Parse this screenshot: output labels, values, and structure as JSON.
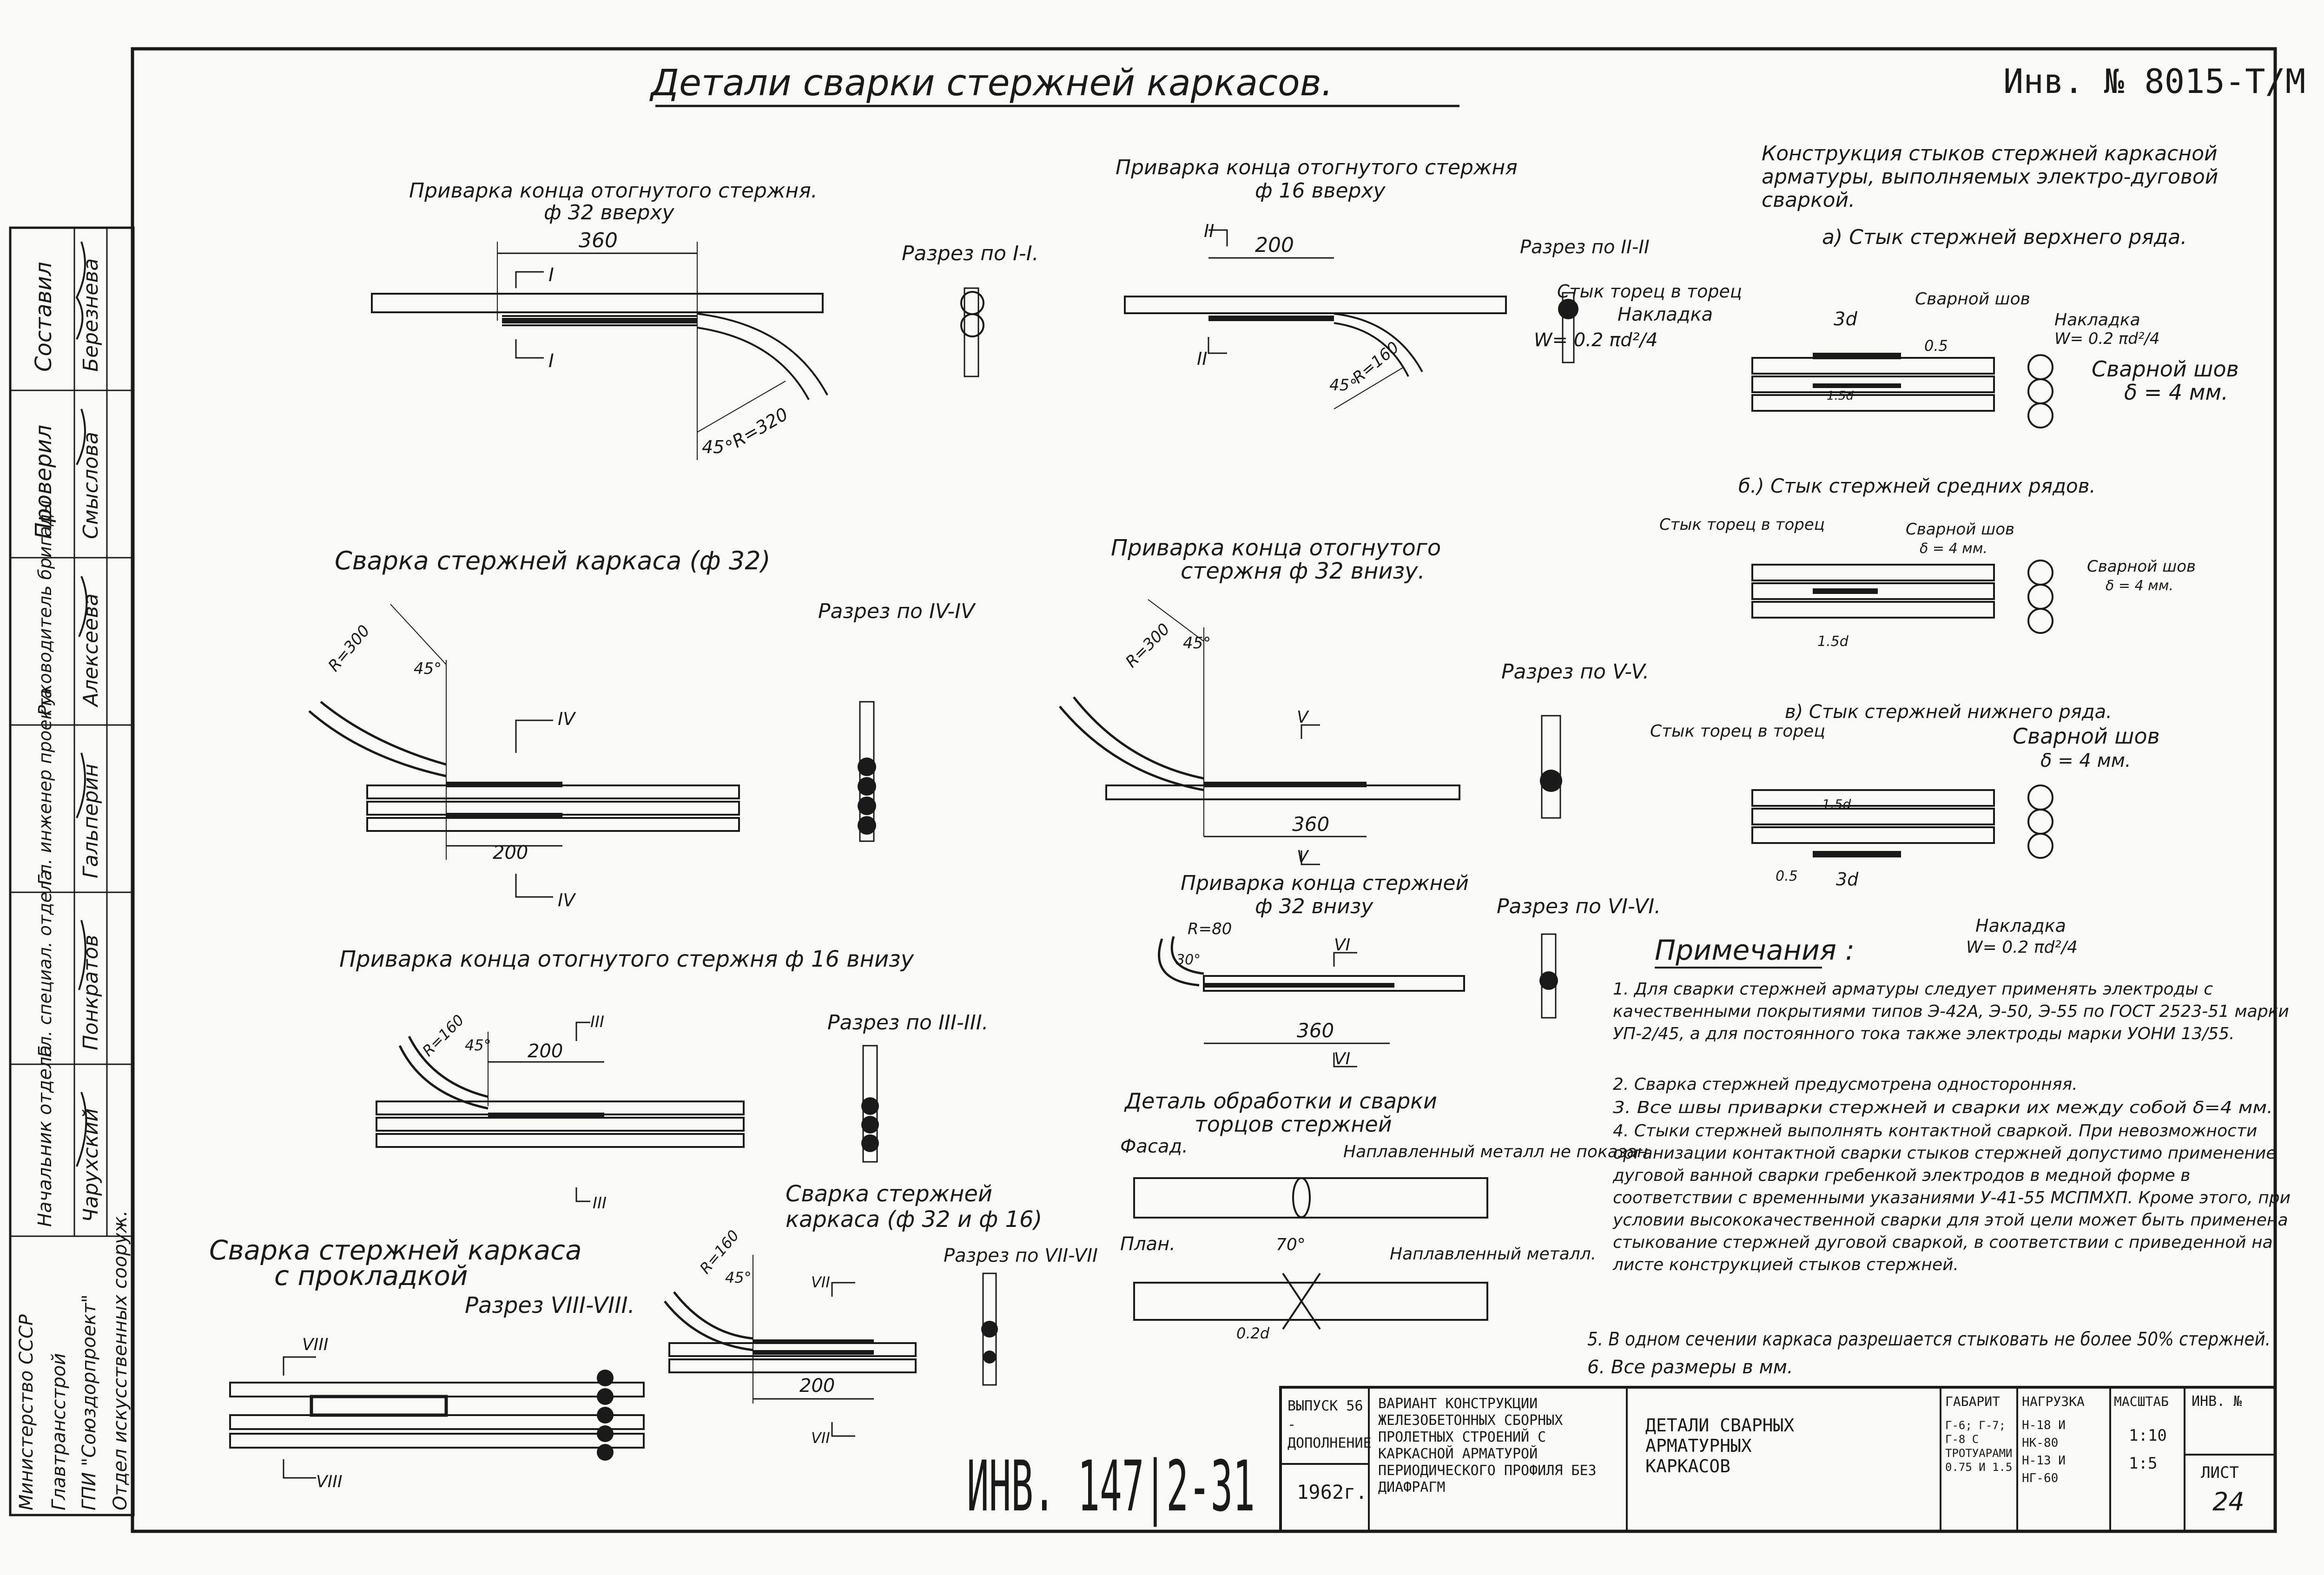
{
  "header": {
    "main_title": "Детали сварки стержней каркасов.",
    "inventory_number": "Инв. № 8015-T/M"
  },
  "side_stamp": {
    "rows": [
      {
        "role": "Составил",
        "name": "Березнева"
      },
      {
        "role": "Проверил",
        "name": "Смыслова"
      },
      {
        "role": "Руководитель бригады",
        "name": "Алексеева"
      },
      {
        "role": "Гл. инженер проекта",
        "name": "Гальперин"
      },
      {
        "role": "Гл. специал. отдела",
        "name": "Понкратов"
      },
      {
        "role": "Начальник отдела",
        "name": "Чарухский"
      }
    ],
    "org_lines": [
      "Министерство СССР",
      "Главтрансстрой",
      "ГПИ \"Союздорпроект\"",
      "Отдел искусственных сооруж."
    ]
  },
  "details": {
    "d1": {
      "title": "Приварка конца отогнутого стержня.",
      "subtitle": "ф 32 вверху",
      "dim_length": "360",
      "sec_mark": "I",
      "angle": "45°",
      "radius": "R=320"
    },
    "s1": {
      "title": "Разрез по I-I."
    },
    "d2": {
      "title": "Приварка конца отогнутого стержня",
      "subtitle": "ф 16 вверху",
      "dim_length": "200",
      "sec_mark": "II",
      "angle": "45°",
      "radius": "R=160"
    },
    "s2": {
      "title": "Разрез по II-II"
    },
    "d3": {
      "title": "Сварка стержней каркаса (ф 32)",
      "dim_length": "200",
      "sec_mark": "IV",
      "angle": "45°",
      "radius": "R=300"
    },
    "s4": {
      "title": "Разрез по IV-IV"
    },
    "d4": {
      "title": "Приварка конца отогнутого",
      "subtitle": "стержня ф 32 внизу.",
      "dim_length": "360",
      "sec_mark": "V",
      "angle": "45°",
      "radius": "R=300"
    },
    "s5": {
      "title": "Разрез по V-V."
    },
    "d5": {
      "title": "Приварка конца отогнутого стержня ф 16 внизу",
      "dim_length": "200",
      "sec_mark": "III",
      "angle": "45°",
      "radius": "R=160"
    },
    "s3": {
      "title": "Разрез по III-III."
    },
    "d6": {
      "title": "Приварка конца стержней",
      "subtitle": "ф 32 внизу",
      "dim_length": "360",
      "sec_mark": "VI",
      "angle": "30°",
      "radius": "R=80"
    },
    "s6": {
      "title": "Разрез по VI-VI."
    },
    "d7": {
      "title": "Сварка стержней",
      "subtitle": "каркаса (ф 32 и ф 16)",
      "dim_length": "200",
      "sec_mark": "VII",
      "angle": "45°",
      "radius": "R=160"
    },
    "s7": {
      "title": "Разрез по VII-VII"
    },
    "d8": {
      "title": "Сварка стержней каркаса",
      "subtitle": "с прокладкой",
      "sec_mark": "VIII"
    },
    "s8": {
      "title": "Разрез VIII-VIII."
    },
    "d9": {
      "title": "Деталь обработки и сварки",
      "subtitle": "торцов стержней",
      "facade": "Фасад.",
      "plan": "План.",
      "weld_metal": "Наплавленный металл не показан.",
      "weld_metal2": "Наплавленный металл.",
      "angle": "70°",
      "dim_a": "0.2d"
    }
  },
  "joints": {
    "title": "Конструкция стыков стержней каркасной арматуры, выполняемых электро-дуговой сваркой.",
    "a_title": "а) Стык стержней верхнего ряда.",
    "b_title": "б.) Стык стержней средних рядов.",
    "c_title": "в) Стык стержней нижнего ряда.",
    "butt": "Стык торец в торец",
    "overlay": "Накладка",
    "formula_w": "W= 0.2 πd²/4",
    "weld_seam": "Сварной шов",
    "weld_thk": "δ = 4 мм.",
    "dim_3d": "3d",
    "dim_15d": "1.5d",
    "dim_05": "0.5"
  },
  "notes": {
    "title": "Примечания :",
    "items": [
      "1. Для сварки стержней арматуры следует применять электроды с качественными покрытиями типов Э-42А, Э-50, Э-55 по ГОСТ 2523-51 марки УП-2/45, а для постоянного тока также электроды марки УОНИ 13/55.",
      "2. Сварка стержней предусмотрена односторонняя.",
      "3. Все швы приварки стержней и сварки их между собой δ=4 мм.",
      "4. Стыки стержней выполнять контактной сваркой. При невозможности организации контактной сварки стыков стержней допустимо применение дуговой ванной сварки гребенкой электродов в медной форме в соответствии с временными указаниями У-41-55 МСПМХП. Кроме этого, при условии высококачественной сварки для этой цели может быть применена стыкование стержней дуговой сваркой, в соответствии с приведенной на листе конструкцией стыков стержней.",
      "5. В одном сечении каркаса разрешается стыковать не более 50% стержней.",
      "6. Все размеры в мм."
    ]
  },
  "title_block": {
    "release": "ВЫПУСК 56 - ДОПОЛНЕНИЕ",
    "year": "1962г.",
    "project": "ВАРИАНТ КОНСТРУКЦИИ ЖЕЛЕЗОБЕТОННЫХ СБОРНЫХ ПРОЛЕТНЫХ СТРОЕНИЙ С КАРКАСНОЙ АРМАТУРОЙ ПЕРИОДИЧЕСКОГО ПРОФИЛЯ БЕЗ ДИАФРАГМ",
    "sheet_title": "ДЕТАЛИ СВАРНЫХ АРМАТУРНЫХ КАРКАСОВ",
    "gabarit_head": "ГАБАРИТ",
    "gabarit": "Г-6; Г-7; Г-8 С ТРОТУАРАМИ 0.75 И 1.5",
    "load_head": "НАГРУЗКА",
    "load": "Н-18 И НК-80  Н-13 И НГ-60",
    "scale_head": "МАСШТАБ",
    "scale": "1:10  1:5",
    "inv_head": "ИНВ. №",
    "sheet_head": "ЛИСТ",
    "sheet_no": "24",
    "big_number": "ИНВ. 147|2-31"
  }
}
